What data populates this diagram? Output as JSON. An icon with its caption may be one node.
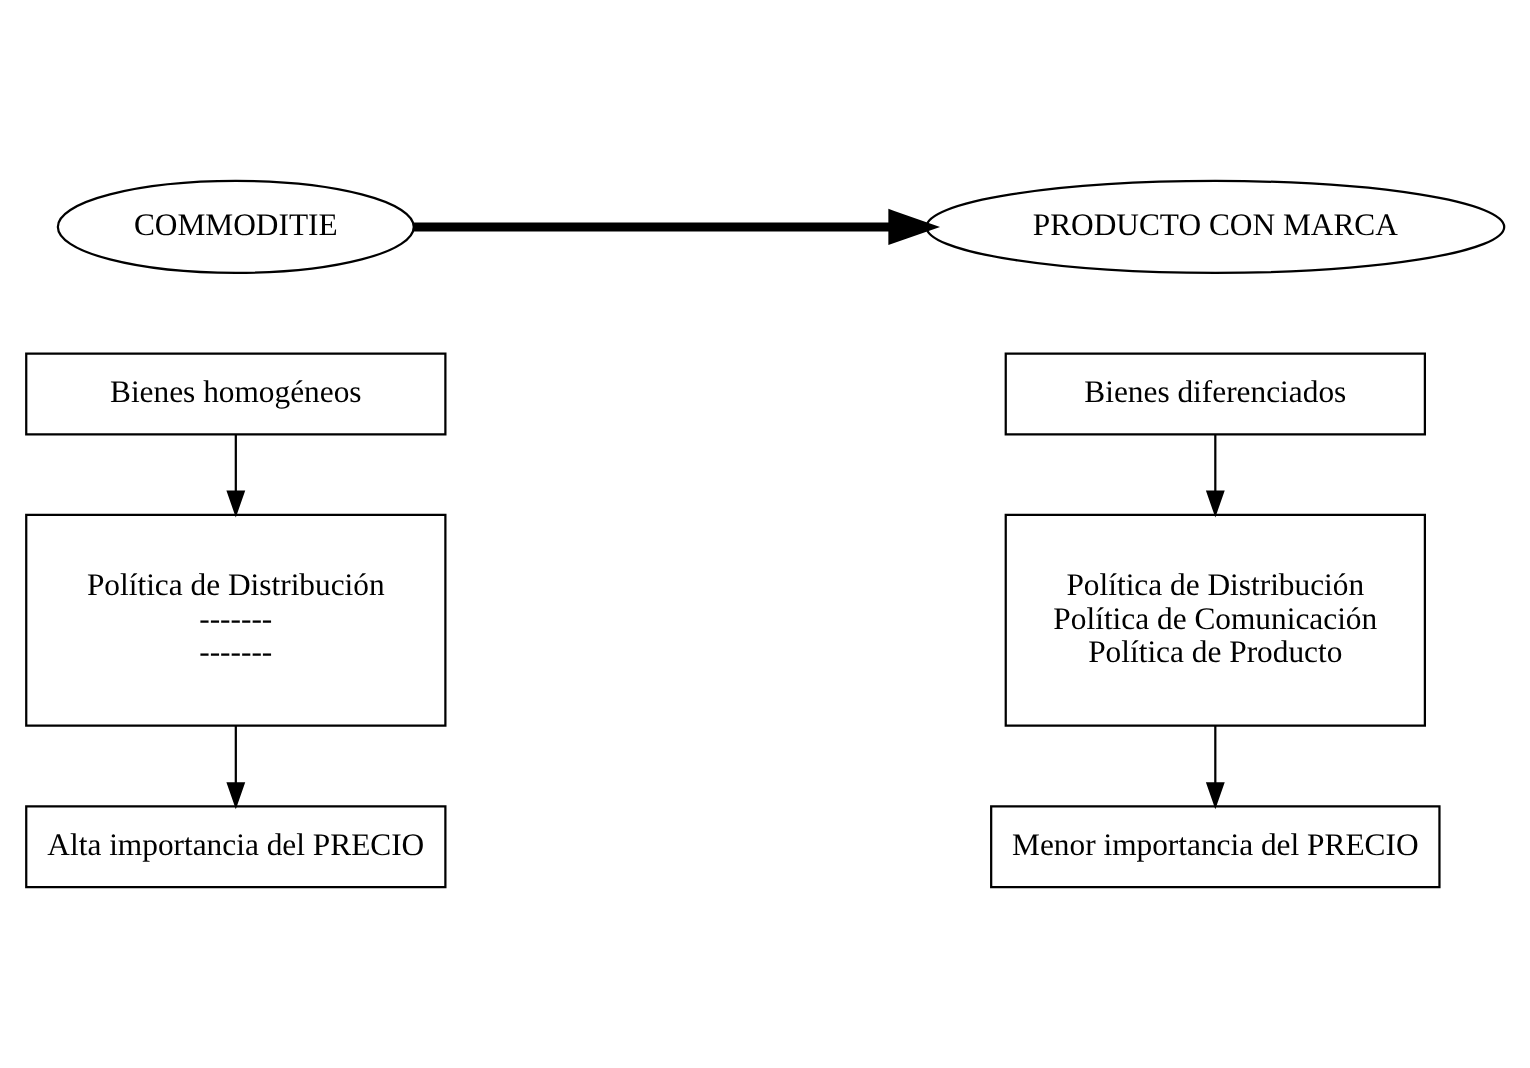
{
  "diagram": {
    "nodes": [
      {
        "text": [
          "COMMODITIE"
        ]
      },
      {
        "text": [
          "PRODUCTO CON MARCA"
        ]
      },
      {
        "text": [
          "Bienes homogéneos"
        ]
      },
      {
        "text": [
          "Política de Distribución",
          "-------",
          "-------"
        ]
      },
      {
        "text": [
          "Alta importancia del PRECIO"
        ]
      },
      {
        "text": [
          "Bienes diferenciados"
        ]
      },
      {
        "text": [
          "Política de Distribución",
          "Política de Comunicación",
          "Política de Producto"
        ]
      },
      {
        "text": [
          "Menor importancia del PRECIO"
        ]
      }
    ],
    "edges": [
      {
        "from": 0,
        "to": 1,
        "arrow": "to",
        "style": "thick"
      },
      {
        "from": 2,
        "to": 3,
        "arrow": "to"
      },
      {
        "from": 3,
        "to": 4,
        "arrow": "to"
      },
      {
        "from": 5,
        "to": 6,
        "arrow": "to"
      },
      {
        "from": 6,
        "to": 7,
        "arrow": "to"
      }
    ]
  }
}
